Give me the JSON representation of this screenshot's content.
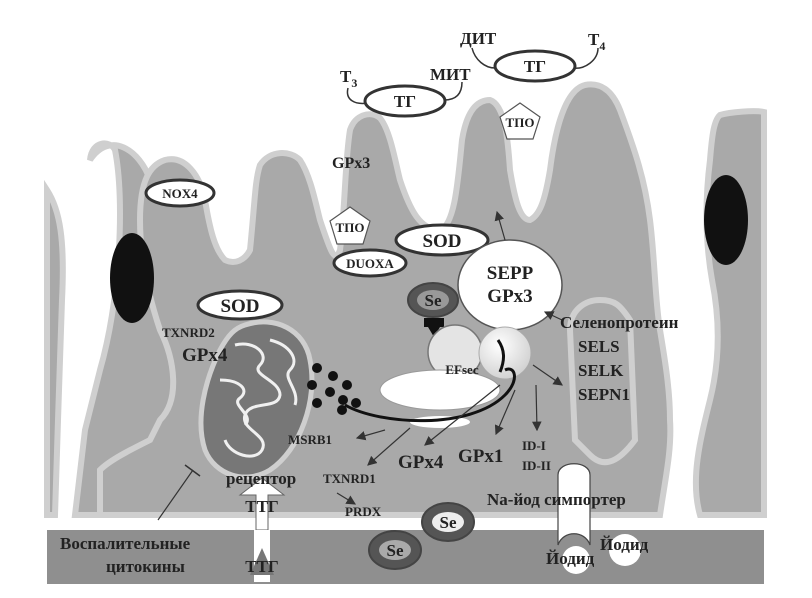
{
  "diagram": {
    "colloid": {
      "thyroglobulin_left": {
        "label": "ТГ",
        "left_hormone": "T",
        "left_hormone_sub": "3",
        "right_residue": "МИТ"
      },
      "thyroglobulin_right": {
        "label": "ТГ",
        "left_residue": "ДИТ",
        "right_hormone": "T",
        "right_hormone_sub": "4"
      },
      "tpo_apical": "ТПО",
      "gpx3_colloid": "GPx3"
    },
    "cell_left": {
      "nox4": "NOX4",
      "sod_mito": "SOD",
      "txnrd2": "TXNRD2",
      "gpx4_mito": "GPx4"
    },
    "cell_center": {
      "tpo": "ТПО",
      "duoxa": "DUOXA",
      "sod": "SOD",
      "sepp_gpx3_line1": "SEPP",
      "sepp_gpx3_line2": "GPx3",
      "se_trna": "Se",
      "efsec": "EFsec",
      "msrb1": "MSRB1",
      "gpx4": "GPx4",
      "gpx1": "GPx1",
      "id1": "ID-I",
      "id2": "ID-II",
      "txnrd1": "TXNRD1",
      "prdx": "PRDX",
      "receptor": "рецептор",
      "tsh_inside": "ТТГ",
      "selenoproteins_title": "Селенопротеин",
      "selenoproteins": [
        "SELS",
        "SELK",
        "SEPN1"
      ],
      "nis": "Na-йод симпортер"
    },
    "blood": {
      "cytokines_line1": "Воспалительные",
      "cytokines_line2": "цитокины",
      "tsh_blood": "ТТГ",
      "se_1": "Se",
      "se_2": "Se",
      "iodide_1": "Йодид",
      "iodide_2": "Йодид"
    }
  }
}
